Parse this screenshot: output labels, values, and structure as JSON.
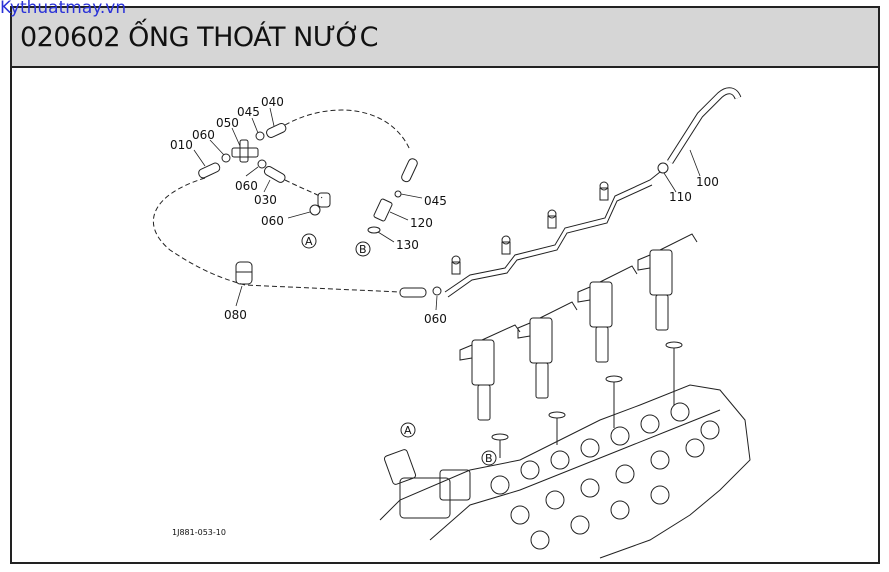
{
  "watermark": "Kythuatmay.vn",
  "title": "020602 ỐNG THOÁT NƯỚC",
  "part_labels": {
    "p010": "010",
    "p060a": "060",
    "p050": "050",
    "p045a": "045",
    "p040": "040",
    "p060b": "060",
    "p030": "030",
    "p060c": "060",
    "p045b": "045",
    "p120": "120",
    "p130": "130",
    "p080": "080",
    "p060d": "060",
    "p100": "100",
    "p110": "110"
  },
  "markers": {
    "a1": "A",
    "b1": "B",
    "a2": "A",
    "b2": "B"
  },
  "drawing_code": "1J881-053-10",
  "colors": {
    "watermark": "#2a32d8",
    "header_bg": "#d6d6d6",
    "line": "#222222"
  }
}
